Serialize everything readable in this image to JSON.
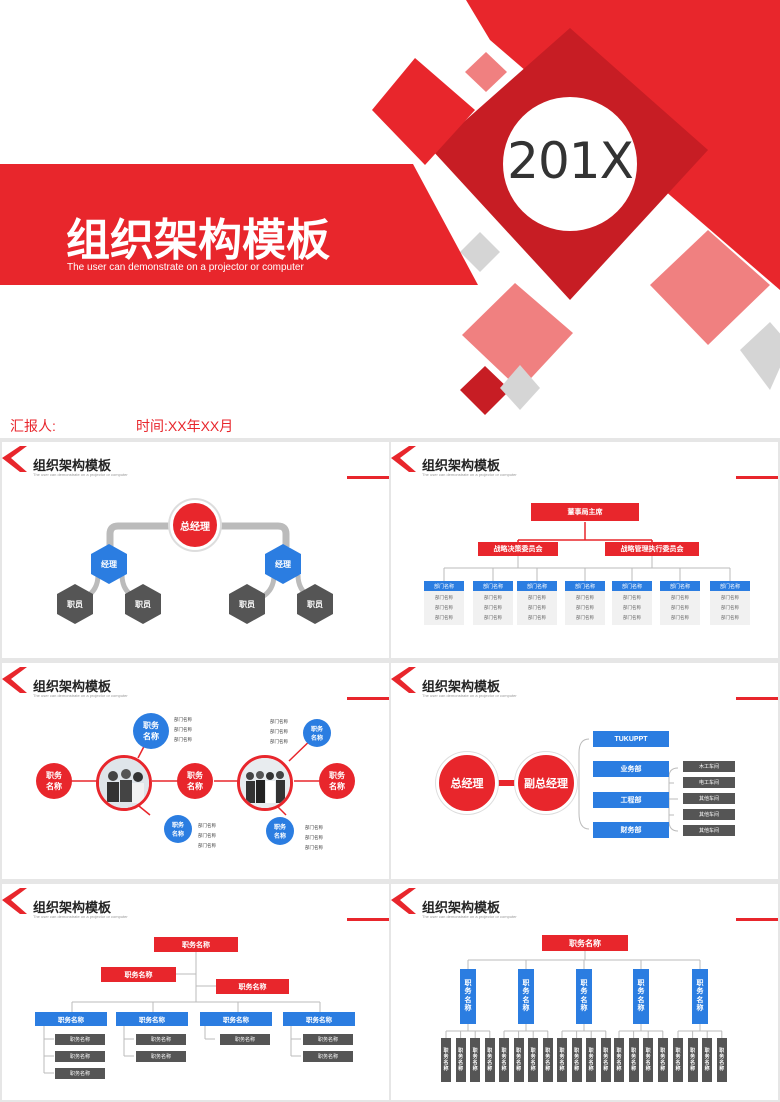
{
  "cover": {
    "year": "201X",
    "title": "组织架构模板",
    "subtitle": "The user can demonstrate on a projector or computer",
    "reporter_label": "汇报人:",
    "time_label": "时间:XX年XX月"
  },
  "slide_title": "组织架构模板",
  "slide_subtitle": "The user can demonstrate on a projector or computer",
  "slide1": {
    "top": "总经理",
    "mid_left": "经理",
    "mid_right": "经理",
    "staff": "职员"
  },
  "slide2": {
    "chairman": "董事局主席",
    "committee_left": "战略决策委员会",
    "committee_right": "战略管理执行委员会",
    "dept_header": "部门名称",
    "dept_item": "部门名称"
  },
  "slide3": {
    "node": "职务\n名称",
    "bullet": "部门名称"
  },
  "slide4": {
    "ceo": "总经理",
    "deputy": "副总经理",
    "branches": [
      "TUKUPPT",
      "业务部",
      "工程部",
      "财务部"
    ],
    "workshops": [
      "木工车间",
      "电工车间",
      "其他车间",
      "其他车间",
      "其他车间"
    ]
  },
  "slide5": {
    "top": "职务名称",
    "l2a": "职务名称",
    "l2b": "职务名称",
    "l3": "职务名称",
    "leaf": "职务名称"
  },
  "slide6": {
    "top": "职务名称",
    "col": "职务名称",
    "leaf": "职务名称"
  },
  "colors": {
    "red": "#e8262c",
    "dark_red": "#c71d24",
    "pink": "#f08080",
    "blue": "#2b7de1",
    "gray": "#555555"
  }
}
